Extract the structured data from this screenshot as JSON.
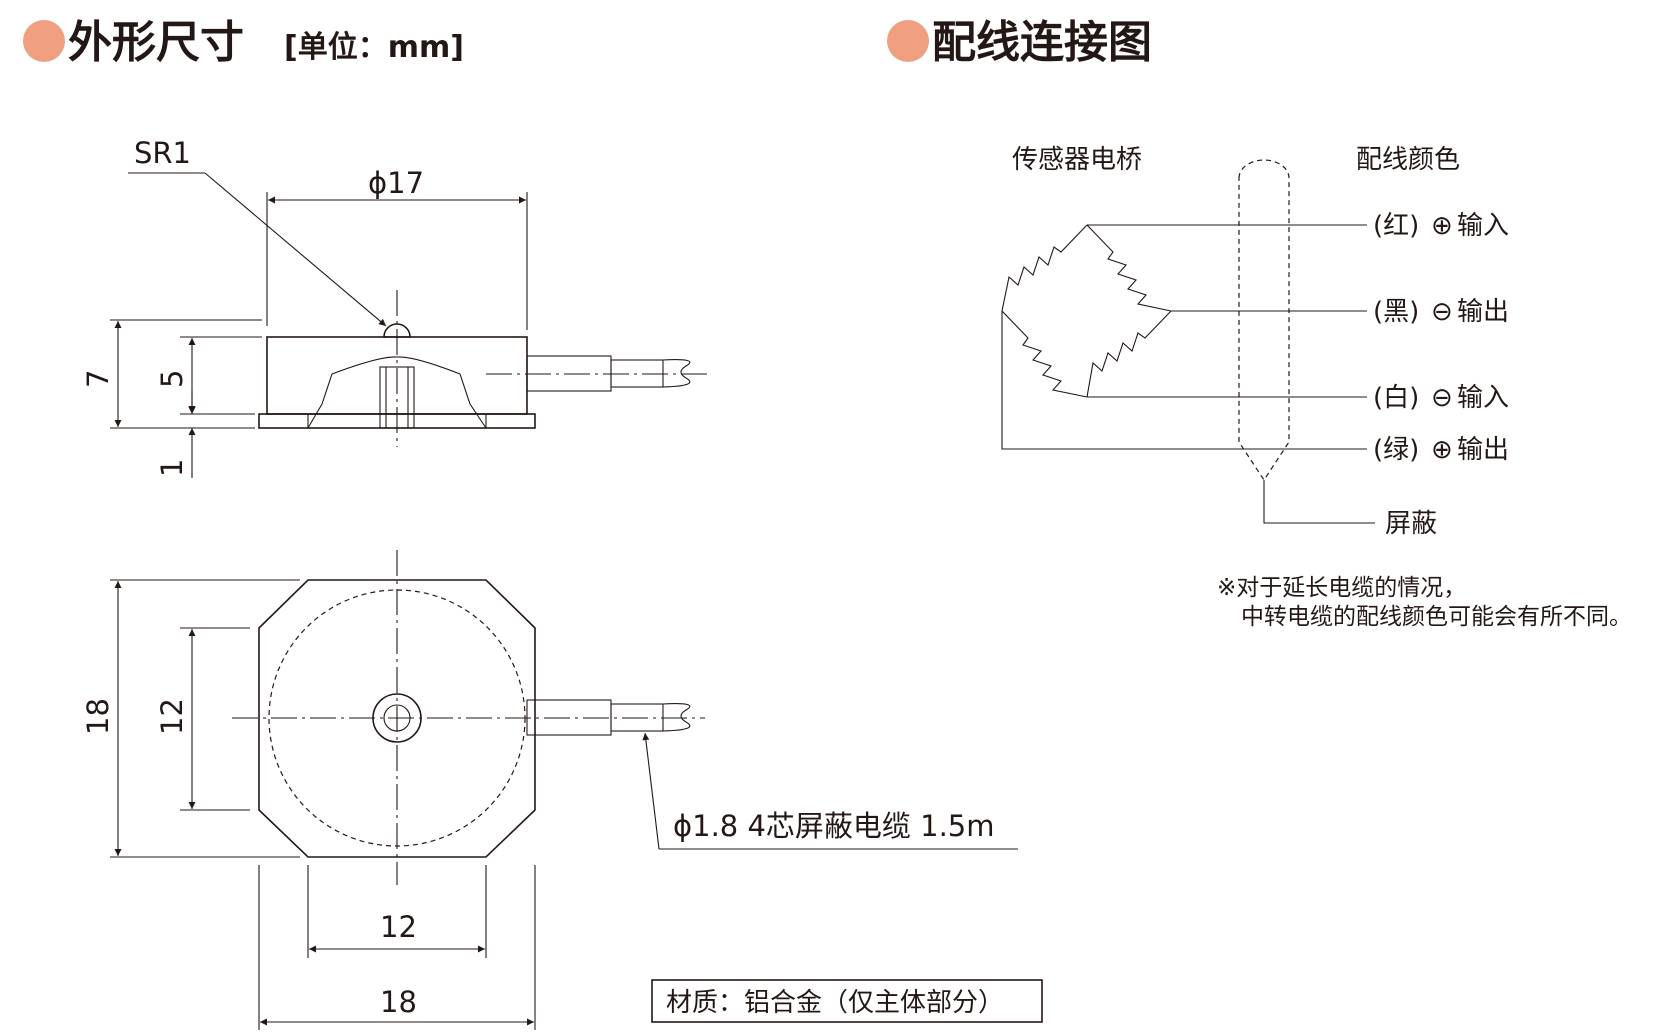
{
  "colors": {
    "bullet": "#f0a080",
    "ink": "#231815"
  },
  "left_header": {
    "title": "外形尺寸",
    "unit": "[单位：mm]"
  },
  "right_header": {
    "title": "配线连接图"
  },
  "dimensions": {
    "sr": "SR1",
    "top_diameter": "ϕ17",
    "height_total": "7",
    "height_body": "5",
    "base_thickness": "1",
    "width_total": "18",
    "height_inner": "12",
    "bottom_width_inner": "12",
    "bottom_width_total": "18"
  },
  "cable_label": "ϕ1.8 4芯屏蔽电缆 1.5m",
  "material_label": "材质：铝合金（仅主体部分）",
  "wiring": {
    "bridge_label": "传感器电桥",
    "color_label": "配线颜色",
    "wires": [
      {
        "color": "(红)",
        "symbol": "⊕",
        "function": "输入"
      },
      {
        "color": "(黑)",
        "symbol": "⊖",
        "function": "输出"
      },
      {
        "color": "(白)",
        "symbol": "⊖",
        "function": "输入"
      },
      {
        "color": "(绿)",
        "symbol": "⊕",
        "function": "输出"
      }
    ],
    "shield_label": "屏蔽",
    "note_line1": "※对于延长电缆的情况，",
    "note_line2": "中转电缆的配线颜色可能会有所不同。"
  }
}
